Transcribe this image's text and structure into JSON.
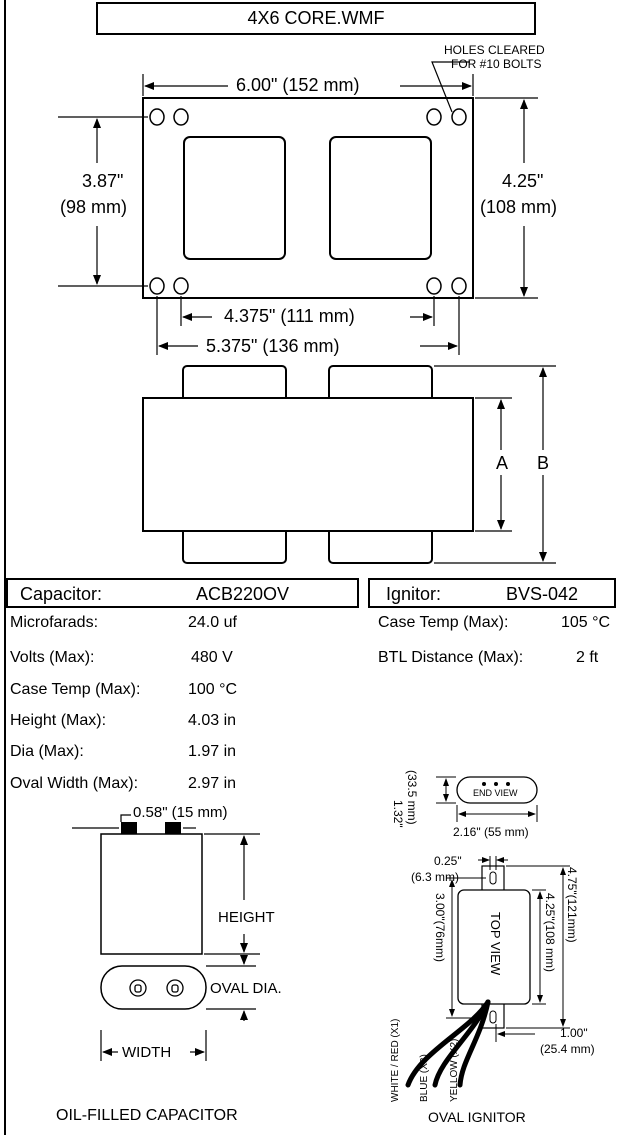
{
  "title": "4X6 CORE.WMF",
  "core_top": {
    "holes_note_line1": "HOLES CLEARED",
    "holes_note_line2": "FOR #10 BOLTS",
    "width_dim": "6.00\" (152 mm)",
    "left_dim_line1": "3.87\"",
    "left_dim_line2": "(98 mm)",
    "right_dim_line1": "4.25\"",
    "right_dim_line2": "(108 mm)",
    "inner_hole_dim": "4.375\" (111 mm)",
    "outer_hole_dim": "5.375\" (136 mm)"
  },
  "core_side": {
    "label_a": "A",
    "label_b": "B"
  },
  "capacitor": {
    "header_label": "Capacitor:",
    "header_model": "ACB220OV",
    "specs": [
      {
        "label": "Microfarads:",
        "value": "24.0 uf"
      },
      {
        "label": "Volts (Max):",
        "value": "480 V"
      },
      {
        "label": "Case Temp (Max):",
        "value": "100 °C"
      },
      {
        "label": "Height (Max):",
        "value": "4.03 in"
      },
      {
        "label": "Dia (Max):",
        "value": "1.97 in"
      },
      {
        "label": "Oval Width (Max):",
        "value": "2.97 in"
      }
    ],
    "terminal_dim": "0.58\" (15 mm)",
    "height_label": "HEIGHT",
    "oval_dia_label": "OVAL DIA.",
    "width_label": "WIDTH",
    "caption": "OIL-FILLED CAPACITOR"
  },
  "ignitor": {
    "header_label": "Ignitor:",
    "header_model": "BVS-042",
    "specs": [
      {
        "label": "Case Temp (Max):",
        "value": "105 °C"
      },
      {
        "label": "BTL Distance (Max):",
        "value": "2  ft"
      }
    ],
    "end_height_line1": "1.32\"",
    "end_height_line2": "(33.5 mm)",
    "end_view_label": "END VIEW",
    "end_width_dim": "2.16\" (55 mm)",
    "tab_dim_line1": "0.25\"",
    "tab_dim_line2": "(6.3 mm)",
    "hole_span_dim": "3.00\"(76mm)",
    "top_view_label": "TOP VIEW",
    "body_len_dim": "4.25\"(108 mm)",
    "overall_len_dim": "4.75\"(121mm)",
    "offset_dim_line1": "1.00\"",
    "offset_dim_line2": "(25.4 mm)",
    "wire_white": "WHITE / RED (X1)",
    "wire_blue": "BLUE (X3)",
    "wire_yellow": "YELLOW (X2)",
    "caption": "OVAL IGNITOR"
  }
}
